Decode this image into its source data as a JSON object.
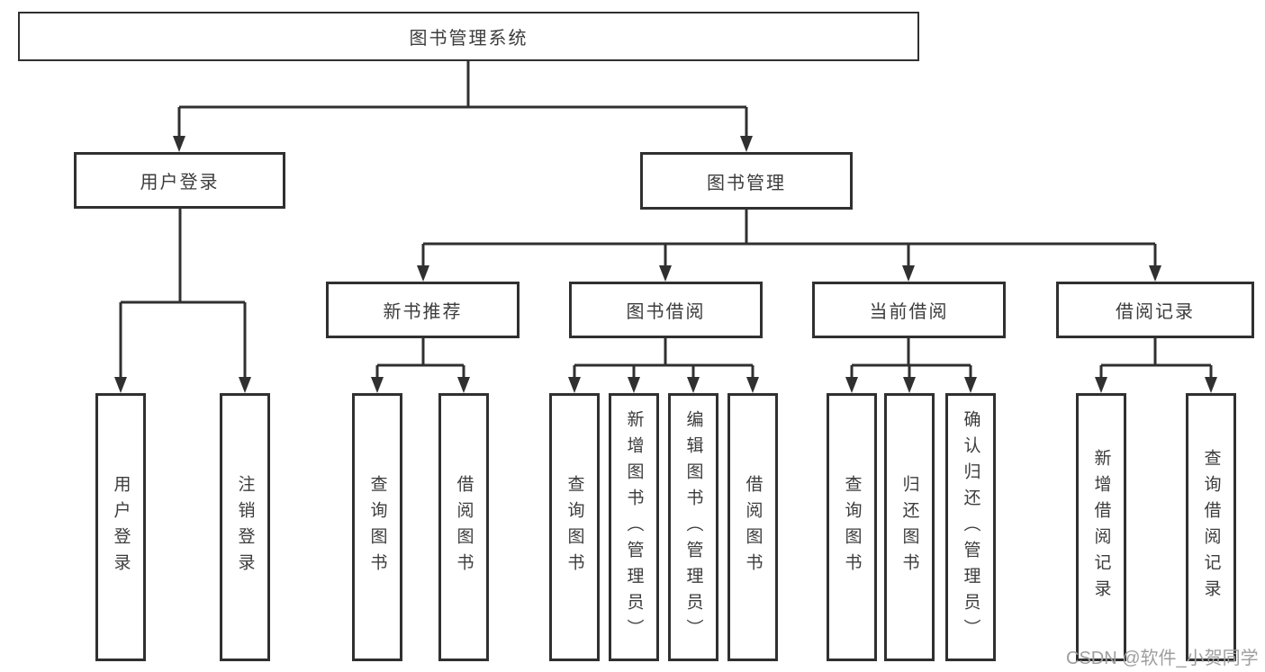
{
  "tree": {
    "root": {
      "label": "图书管理系统"
    },
    "branches": [
      {
        "label": "用户登录",
        "children": [
          {
            "label": "用户登录"
          },
          {
            "label": "注销登录"
          }
        ]
      },
      {
        "label": "图书管理",
        "children": [
          {
            "label": "新书推荐",
            "children": [
              {
                "label": "查询图书"
              },
              {
                "label": "借阅图书"
              }
            ]
          },
          {
            "label": "图书借阅",
            "children": [
              {
                "label": "查询图书"
              },
              {
                "label": "新增图书（管理员）"
              },
              {
                "label": "编辑图书（管理员）"
              },
              {
                "label": "借阅图书"
              }
            ]
          },
          {
            "label": "当前借阅",
            "children": [
              {
                "label": "查询图书"
              },
              {
                "label": "归还图书"
              },
              {
                "label": "确认归还（管理员）"
              }
            ]
          },
          {
            "label": "借阅记录",
            "children": [
              {
                "label": "新增借阅记录"
              },
              {
                "label": "查询借阅记录"
              }
            ]
          }
        ]
      }
    ]
  },
  "watermark": {
    "text": "CSDN @软件_小贺同学"
  },
  "colors": {
    "line": "#303030",
    "box_text": "#3c3c3c",
    "watermark": "#9e9e9e",
    "background": "#ffffff"
  }
}
